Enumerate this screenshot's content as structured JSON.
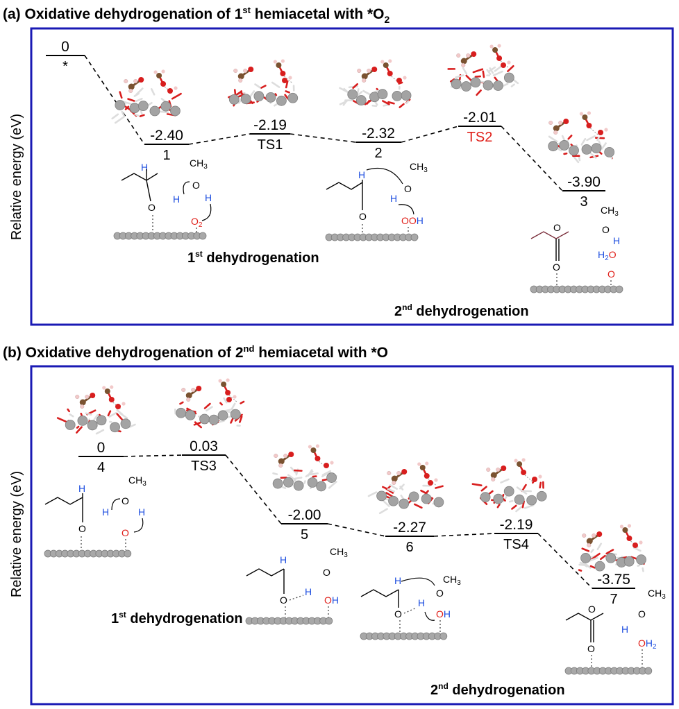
{
  "panel_a": {
    "title_pre": "(a) Oxidative dehydrogenation of 1",
    "title_sup": "st",
    "title_post": " hemiacetal with *O",
    "title_sub": "2",
    "ylabel": "Relative energy (eV)",
    "states": [
      {
        "energy": "0",
        "label": "*",
        "color": "#000000"
      },
      {
        "energy": "-2.40",
        "label": "1",
        "color": "#000000"
      },
      {
        "energy": "-2.19",
        "label": "TS1",
        "color": "#000000"
      },
      {
        "energy": "-2.32",
        "label": "2",
        "color": "#000000"
      },
      {
        "energy": "-2.01",
        "label": "TS2",
        "color": "#e0201a"
      },
      {
        "energy": "-3.90",
        "label": "3",
        "color": "#000000"
      }
    ],
    "step1_pre": "1",
    "step1_sup": "st",
    "step1_post": " dehydrogenation",
    "step2_pre": "2",
    "step2_sup": "nd",
    "step2_post": " dehydrogenation"
  },
  "panel_b": {
    "title_pre": "(b) Oxidative dehydrogenation of 2",
    "title_sup": "nd",
    "title_post": " hemiacetal with *O",
    "ylabel": "Relative energy (eV)",
    "states": [
      {
        "energy": "0",
        "label": "4",
        "color": "#000000"
      },
      {
        "energy": "0.03",
        "label": "TS3",
        "color": "#000000"
      },
      {
        "energy": "-2.00",
        "label": "5",
        "color": "#000000"
      },
      {
        "energy": "-2.27",
        "label": "6",
        "color": "#000000"
      },
      {
        "energy": "-2.19",
        "label": "TS4",
        "color": "#000000"
      },
      {
        "energy": "-3.75",
        "label": "7",
        "color": "#000000"
      }
    ],
    "step1_pre": "1",
    "step1_sup": "st",
    "step1_post": " dehydrogenation",
    "step2_pre": "2",
    "step2_sup": "nd",
    "step2_post": " dehydrogenation"
  },
  "atoms": {
    "H": "H",
    "O": "O",
    "CH": "CH",
    "3": "3",
    "2": "2",
    "OO": "OO"
  },
  "colors": {
    "frame": "#1a1ab4",
    "ts_red": "#e0201a",
    "hydrogen_blue": "#1f4fe0",
    "oxygen_red": "#e0201a",
    "surface_gray": "#a8a8a8",
    "carbon_brown": "#7a5230",
    "hydrogen_pink": "#f2c9c9"
  }
}
